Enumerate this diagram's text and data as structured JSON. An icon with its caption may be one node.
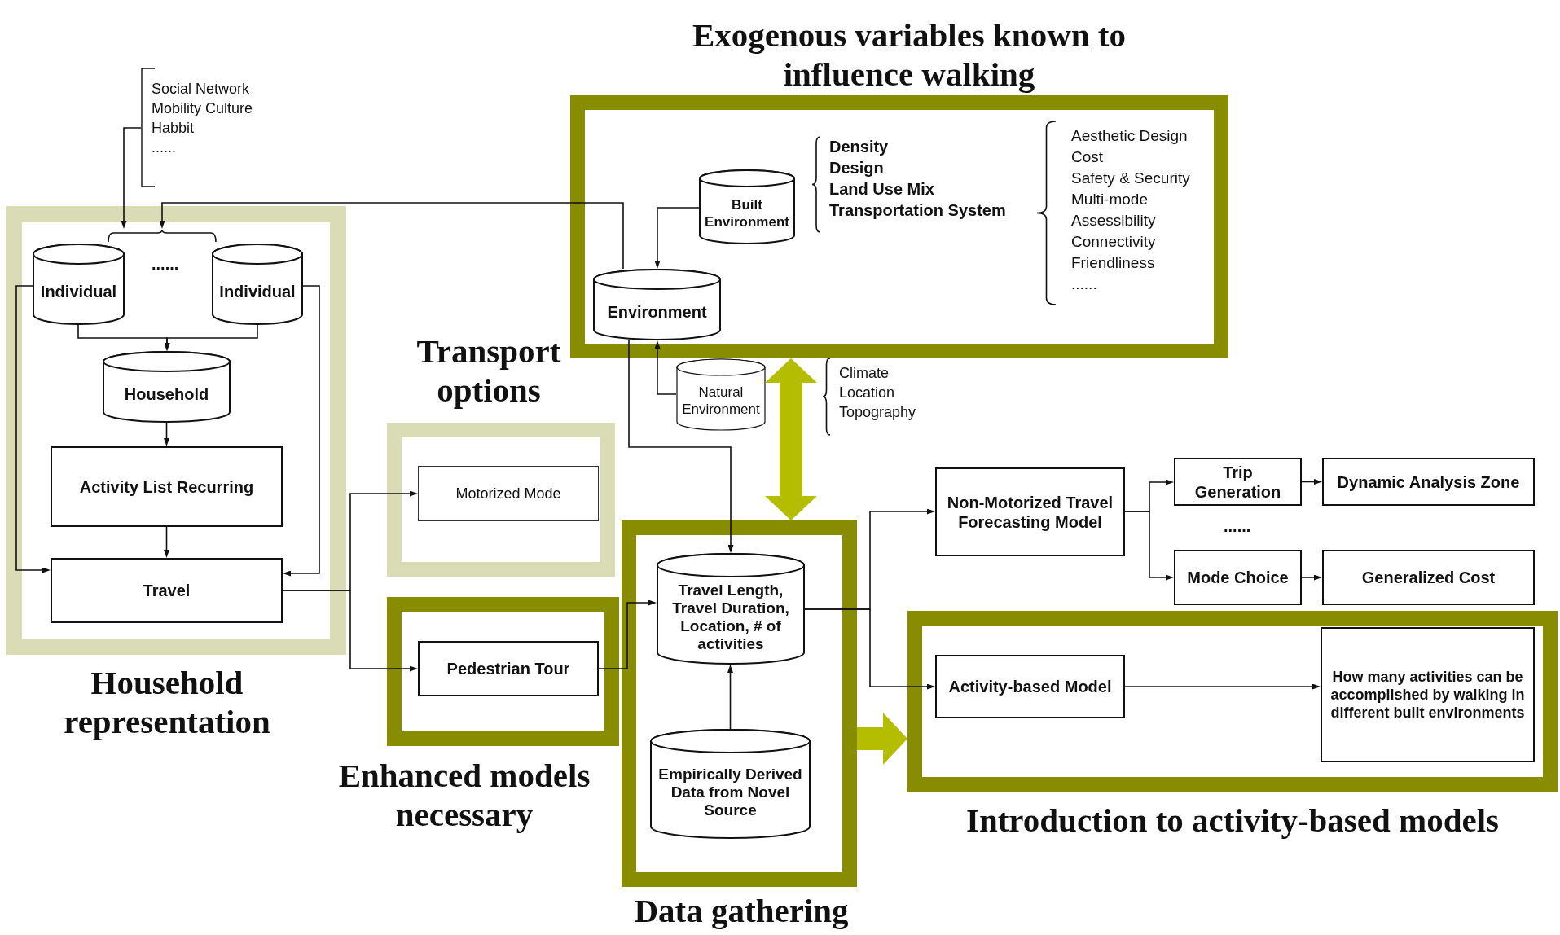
{
  "diagram": {
    "nodes": [
      {
        "text": [
          "Social Network",
          "Mobility Culture",
          "Habbit",
          "......"
        ]
      },
      {
        "text": [
          "Exogenous variables known to influence walking"
        ]
      },
      {
        "text": [
          "Built Environment"
        ],
        "in": 1
      },
      {
        "text": [
          "Environment"
        ],
        "in": 1
      },
      {
        "text": [
          "Household representation"
        ]
      },
      {
        "text": [
          "Individual"
        ],
        "in": 4
      },
      {
        "text": [
          "Individual"
        ],
        "in": 4
      },
      {
        "text": [
          "Household"
        ],
        "in": 4
      },
      {
        "text": [
          "Natural Environment"
        ]
      },
      {
        "text": [
          "Transport options"
        ]
      },
      {
        "text": [
          "Motorized Mode"
        ],
        "in": 9
      },
      {
        "text": [
          "Activity List Recurring"
        ],
        "in": 4
      },
      {
        "text": [
          "Non-Motorized Travel Forecasting Model"
        ]
      },
      {
        "text": [
          "Trip Generation"
        ]
      },
      {
        "text": [
          "Dynamic Analysis Zone"
        ]
      },
      {
        "text": [
          "Mode Choice"
        ]
      },
      {
        "text": [
          "Generalized Cost"
        ]
      },
      {
        "text": [
          "Data gathering"
        ]
      },
      {
        "text": [
          "Travel Length, Travel Duration, Location, # of activities"
        ],
        "in": 17
      },
      {
        "text": [
          "Travel"
        ],
        "in": 4
      },
      {
        "text": [
          "Enhanced models necessary"
        ]
      },
      {
        "text": [
          "Pedestrian Tour"
        ],
        "in": 20
      },
      {
        "text": [
          "Introduction to activity-based models"
        ]
      },
      {
        "text": [
          "Activity-based Model"
        ],
        "in": 22
      },
      {
        "text": [
          "How many activities can be accomplished by walking in different built environments"
        ],
        "in": 22
      },
      {
        "text": [
          "Empirically Derived Data from Novel Source"
        ],
        "in": 17
      },
      {
        "text": [],
        "shape": "brace",
        "in": 4
      }
    ],
    "edges": [
      {
        "from": 0,
        "to": 26,
        "arrow": "to"
      },
      {
        "from": 3,
        "to": 26,
        "arrow": "to"
      },
      {
        "from": 5,
        "to": 7,
        "arrow": "to"
      },
      {
        "from": 6,
        "to": 7,
        "arrow": "to"
      },
      {
        "from": 7,
        "to": 11,
        "arrow": "to"
      },
      {
        "from": 11,
        "to": 19,
        "arrow": "to"
      },
      {
        "from": 5,
        "to": 19,
        "arrow": "to"
      },
      {
        "from": 6,
        "to": 19,
        "arrow": "to"
      },
      {
        "from": 19,
        "to": 10,
        "arrow": "to"
      },
      {
        "from": 19,
        "to": 21,
        "arrow": "to"
      },
      {
        "from": 2,
        "to": 3,
        "arrow": "to"
      },
      {
        "from": 8,
        "to": 3,
        "arrow": "to"
      },
      {
        "from": 3,
        "to": 18,
        "arrow": "to"
      },
      {
        "from": 21,
        "to": 18,
        "arrow": "to"
      },
      {
        "from": 25,
        "to": 18,
        "arrow": "to"
      },
      {
        "from": 18,
        "to": 12,
        "arrow": "to"
      },
      {
        "from": 18,
        "to": 23,
        "arrow": "to"
      },
      {
        "from": 12,
        "to": 13,
        "arrow": "to"
      },
      {
        "from": 12,
        "to": 15,
        "arrow": "to"
      },
      {
        "from": 13,
        "to": 14,
        "arrow": "to"
      },
      {
        "from": 15,
        "to": 16,
        "arrow": "to"
      },
      {
        "from": 23,
        "to": 24,
        "arrow": "to"
      },
      {
        "from": 1,
        "to": 17,
        "arrow": "both",
        "style": "thick",
        "color": "#b4bd00"
      },
      {
        "from": 17,
        "to": 22,
        "arrow": "to",
        "style": "thick",
        "color": "#b4bd00"
      }
    ],
    "labels": [
      "......",
      "Density",
      "Design",
      "Land Use Mix",
      "Transportation System",
      "Aesthetic Design",
      "Cost",
      "Safety & Security",
      "Multi-mode",
      "Assessibility",
      "Connectivity",
      "Friendliness",
      "......",
      "Climate",
      "Location",
      "Topography",
      "......"
    ]
  }
}
